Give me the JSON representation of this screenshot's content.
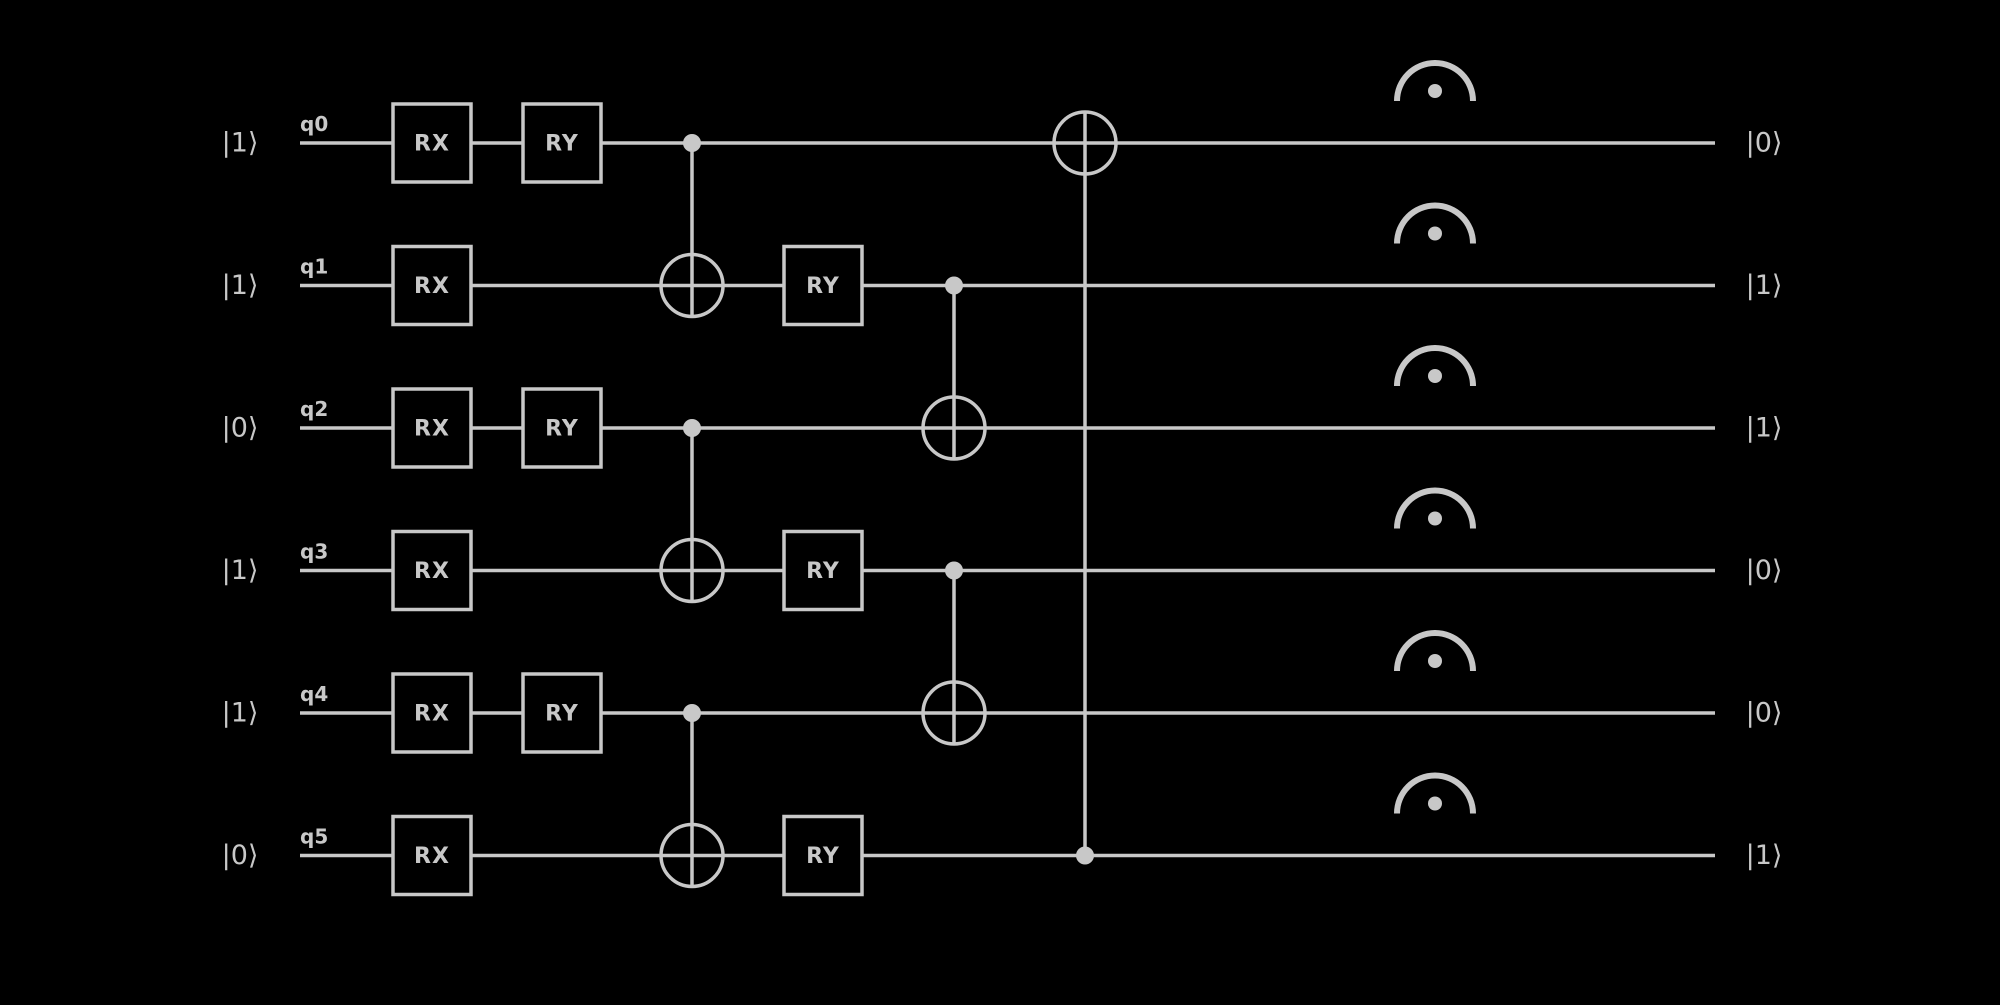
{
  "circuit": {
    "colors": {
      "background": "#000000",
      "line": "#c8c8c8"
    },
    "qubits": [
      {
        "label": "q0",
        "input": "|1⟩",
        "output": "|0⟩"
      },
      {
        "label": "q1",
        "input": "|1⟩",
        "output": "|1⟩"
      },
      {
        "label": "q2",
        "input": "|0⟩",
        "output": "|1⟩"
      },
      {
        "label": "q3",
        "input": "|1⟩",
        "output": "|0⟩"
      },
      {
        "label": "q4",
        "input": "|1⟩",
        "output": "|0⟩"
      },
      {
        "label": "q5",
        "input": "|0⟩",
        "output": "|1⟩"
      }
    ],
    "gates": [
      {
        "type": "box",
        "label": "RX",
        "qubit": 0,
        "step": 0
      },
      {
        "type": "box",
        "label": "RX",
        "qubit": 1,
        "step": 0
      },
      {
        "type": "box",
        "label": "RX",
        "qubit": 2,
        "step": 0
      },
      {
        "type": "box",
        "label": "RX",
        "qubit": 3,
        "step": 0
      },
      {
        "type": "box",
        "label": "RX",
        "qubit": 4,
        "step": 0
      },
      {
        "type": "box",
        "label": "RX",
        "qubit": 5,
        "step": 0
      },
      {
        "type": "box",
        "label": "RY",
        "qubit": 0,
        "step": 1
      },
      {
        "type": "box",
        "label": "RY",
        "qubit": 2,
        "step": 1
      },
      {
        "type": "box",
        "label": "RY",
        "qubit": 4,
        "step": 1
      },
      {
        "type": "cnot",
        "control": 0,
        "target": 1,
        "step": 2
      },
      {
        "type": "cnot",
        "control": 2,
        "target": 3,
        "step": 2
      },
      {
        "type": "cnot",
        "control": 4,
        "target": 5,
        "step": 2
      },
      {
        "type": "box",
        "label": "RY",
        "qubit": 1,
        "step": 3
      },
      {
        "type": "box",
        "label": "RY",
        "qubit": 3,
        "step": 3
      },
      {
        "type": "box",
        "label": "RY",
        "qubit": 5,
        "step": 3
      },
      {
        "type": "cnot",
        "control": 1,
        "target": 2,
        "step": 4
      },
      {
        "type": "cnot",
        "control": 3,
        "target": 4,
        "step": 4
      },
      {
        "type": "cnot",
        "control": 5,
        "target": 0,
        "step": 5
      }
    ],
    "measurements": [
      {
        "qubit": 0,
        "icon": "measure-icon"
      },
      {
        "qubit": 1,
        "icon": "measure-icon"
      },
      {
        "qubit": 2,
        "icon": "measure-icon"
      },
      {
        "qubit": 3,
        "icon": "measure-icon"
      },
      {
        "qubit": 4,
        "icon": "measure-icon"
      },
      {
        "qubit": 5,
        "icon": "measure-icon"
      }
    ]
  }
}
